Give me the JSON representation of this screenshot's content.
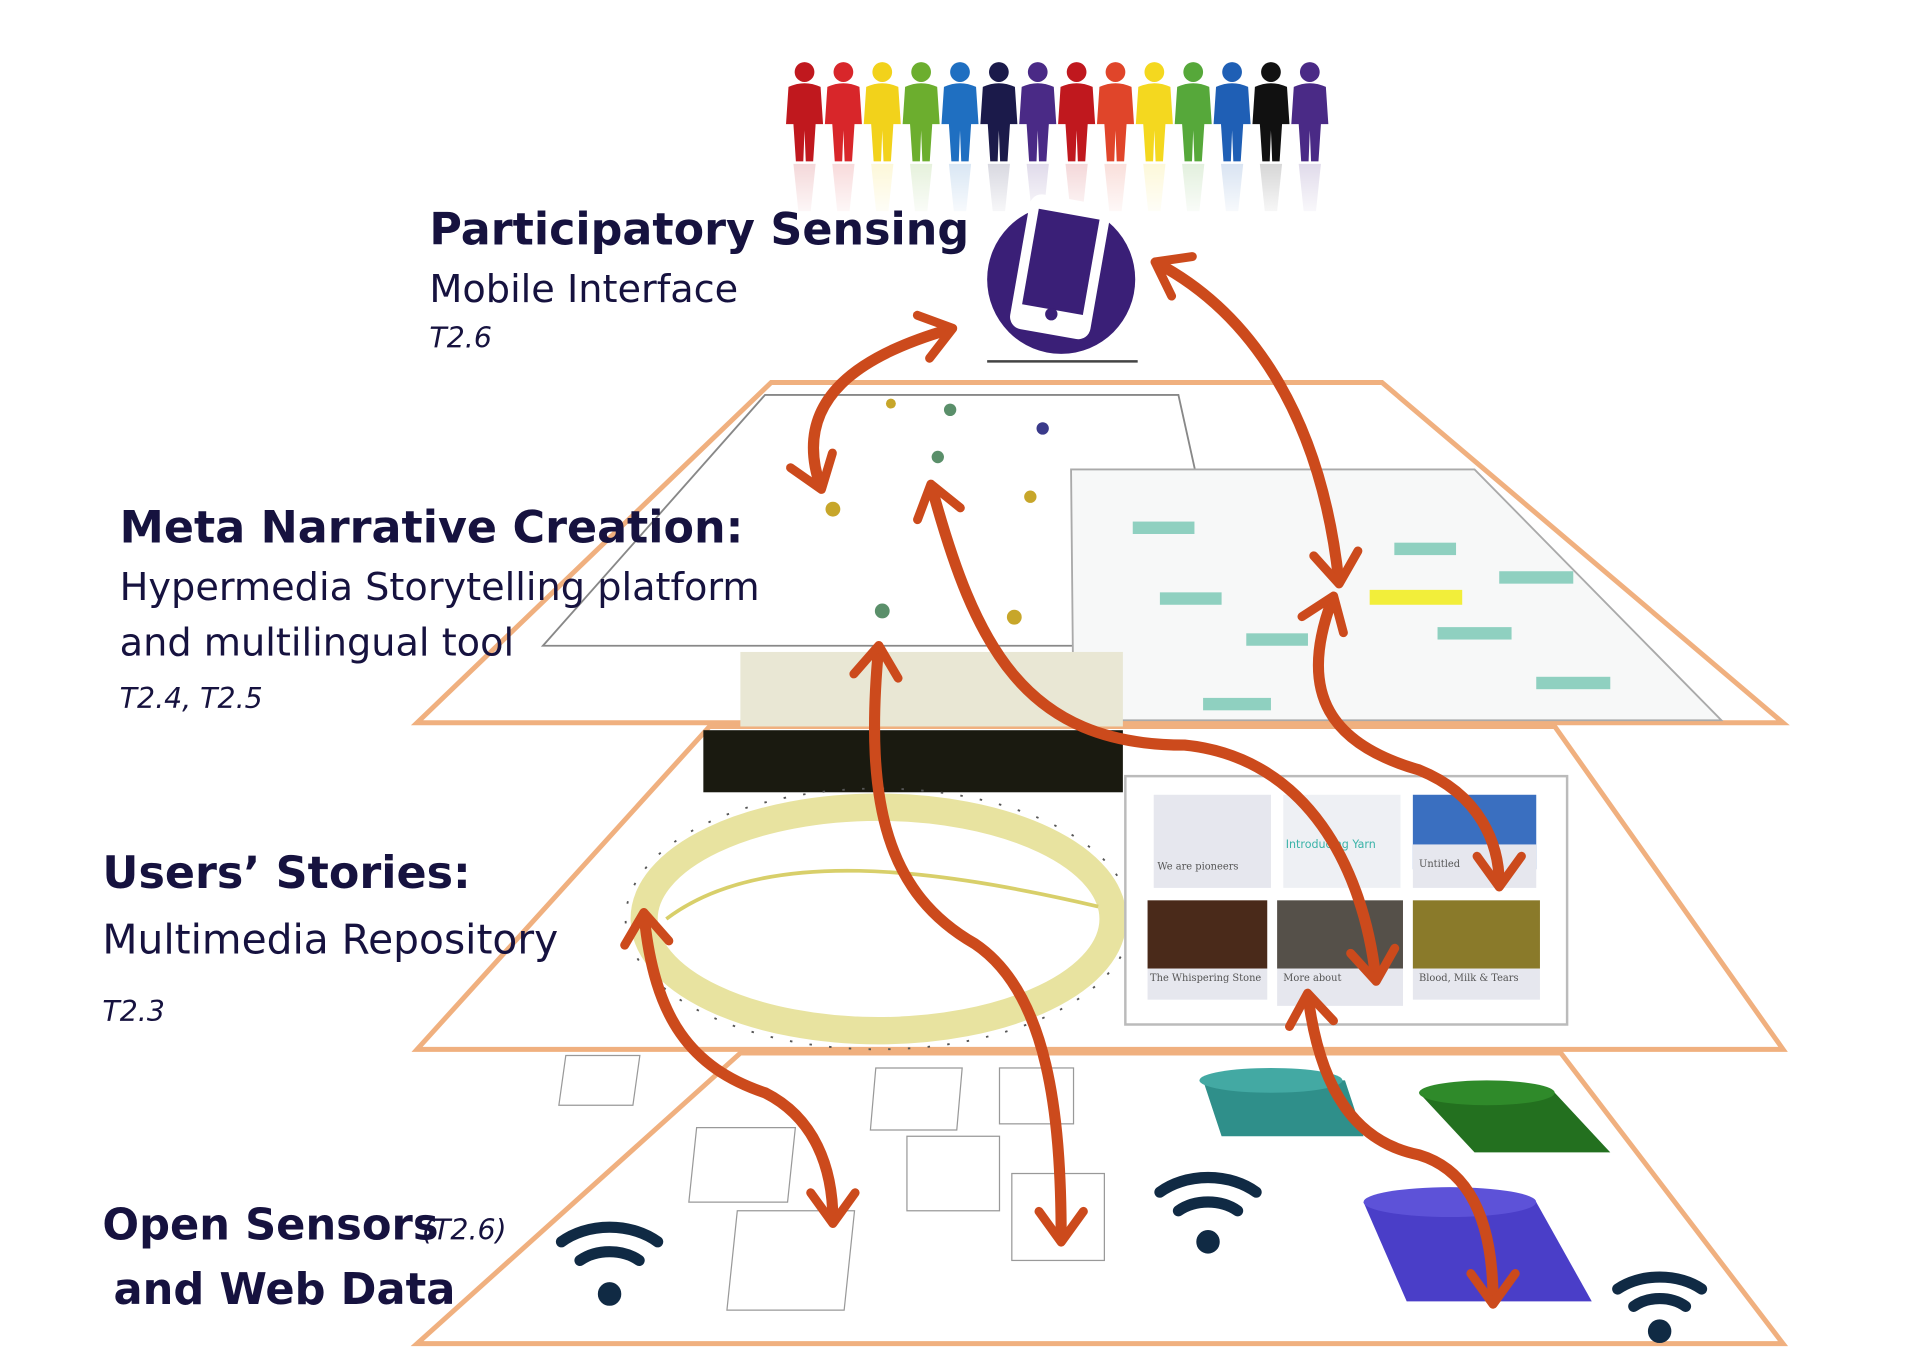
{
  "labels": {
    "participatory": {
      "title": "Participatory Sensing",
      "subtitle": "Mobile Interface",
      "task": "T2.6"
    },
    "meta": {
      "title": "Meta Narrative Creation:",
      "line1": "Hypermedia Storytelling platform",
      "line2": "and multilingual tool",
      "task": "T2.4, T2.5"
    },
    "stories": {
      "title": "Users’ Stories:",
      "subtitle": "Multimedia Repository",
      "task": "T2.3"
    },
    "sensors": {
      "title": "Open Sensors",
      "task": "(T2.6)",
      "subtitle": "and Web Data"
    }
  },
  "repository_cards": [
    "We are pioneers",
    "Introducing Yarn",
    "Untitled",
    "The Whispering Stone",
    "More about",
    "Blood, Milk & Tears"
  ],
  "colors": {
    "arrow": "#cc4a1c",
    "layer_border": "#f0b07f",
    "text": "#16123f",
    "phone_circle": "#3a1f77",
    "people": [
      "#c0181e",
      "#d8262a",
      "#f2d21b",
      "#6cae2e",
      "#1f6fc1",
      "#1b1a4a",
      "#4a2a86",
      "#c0181e",
      "#e0452a",
      "#f4d81f",
      "#56a83a",
      "#1f5fb5",
      "#111111",
      "#4a2a86"
    ]
  }
}
